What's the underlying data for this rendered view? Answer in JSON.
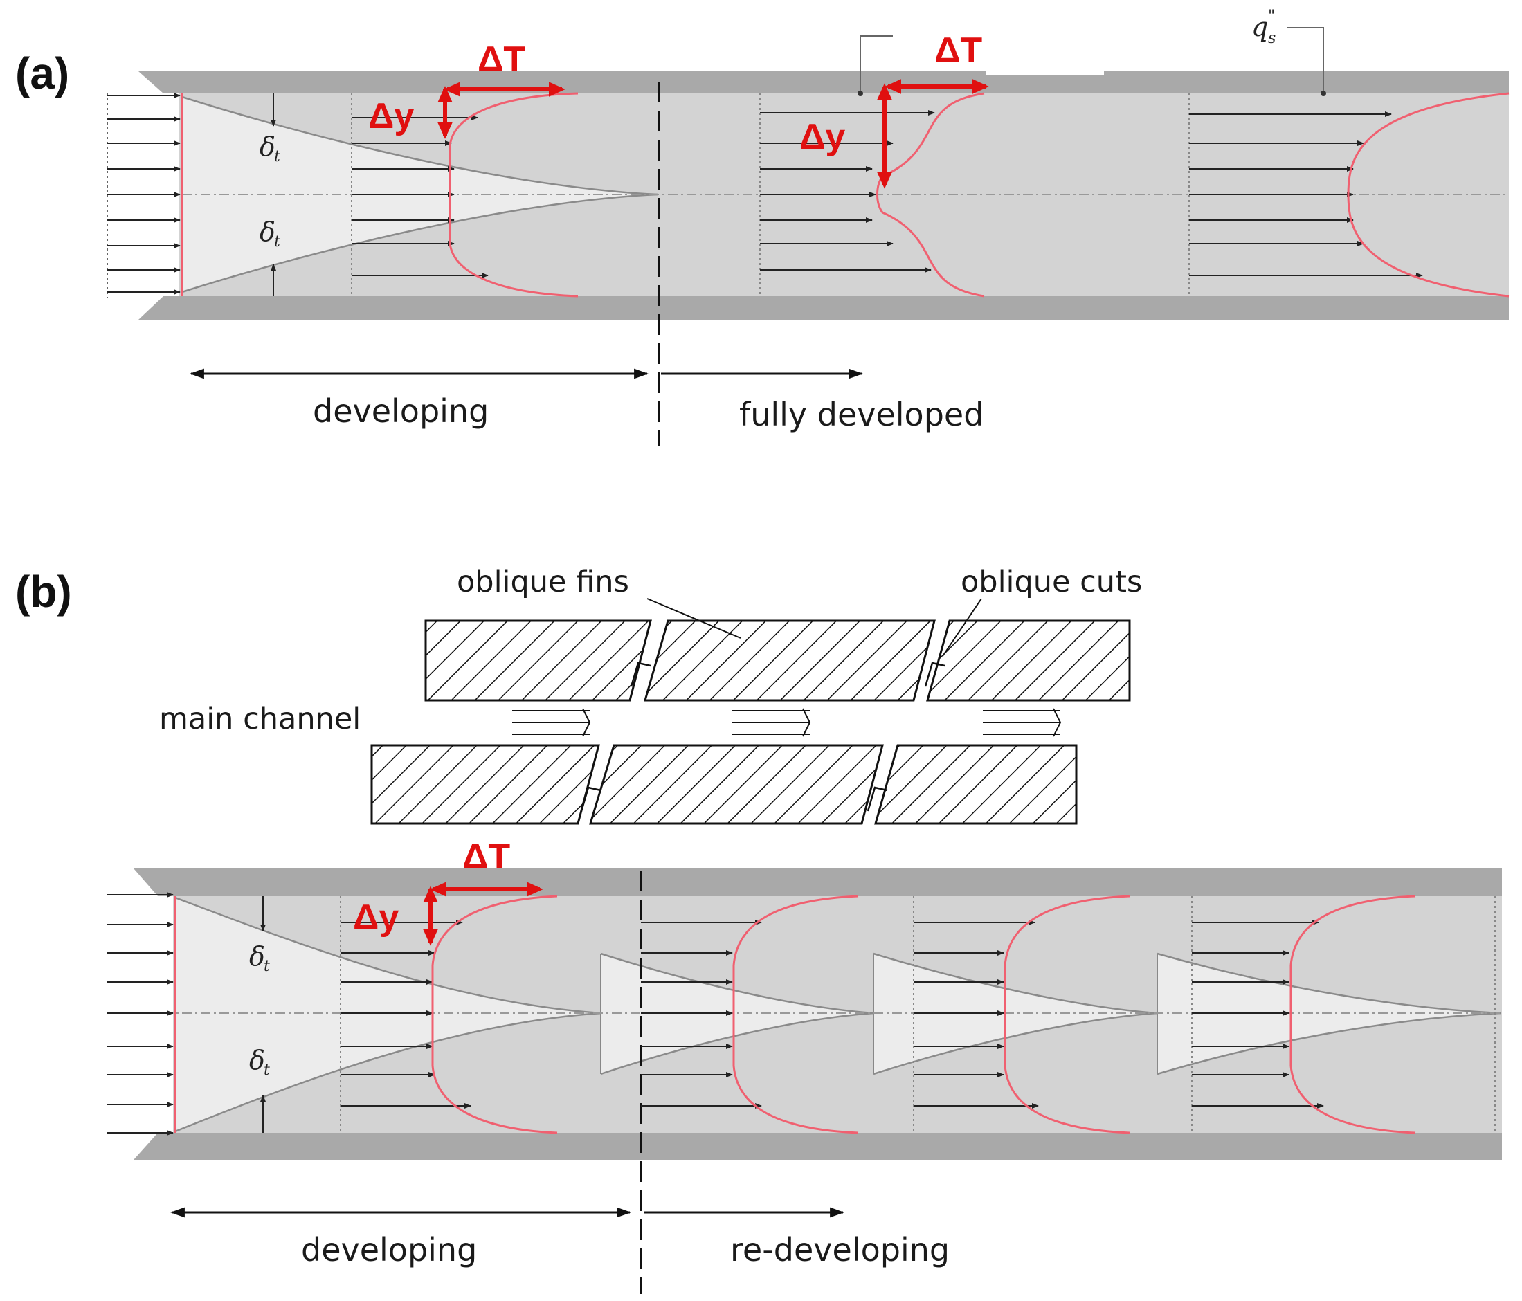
{
  "panels": {
    "a": {
      "label": "(a)",
      "delta_t": "ΔT",
      "delta_y": "Δy",
      "heat_flux_symbol": "q",
      "heat_flux_sub": "s",
      "heat_flux_sup": "\"",
      "bl_symbol": "δ",
      "bl_sub": "t",
      "region_left": "developing",
      "region_right": "fully developed"
    },
    "b": {
      "label": "(b)",
      "delta_t": "ΔT",
      "delta_y": "Δy",
      "bl_symbol": "δ",
      "bl_sub": "t",
      "region_left": "developing",
      "region_right": "re-developing",
      "inset": {
        "fins_label": "oblique fins",
        "cuts_label": "oblique cuts",
        "channel_label": "main channel"
      }
    }
  },
  "colors": {
    "wall": "#a9a9a9",
    "channel": "#d3d3d3",
    "thermal_core": "#ececec",
    "profile": "#f06070",
    "accent": "#e01010",
    "ink": "#111111"
  }
}
